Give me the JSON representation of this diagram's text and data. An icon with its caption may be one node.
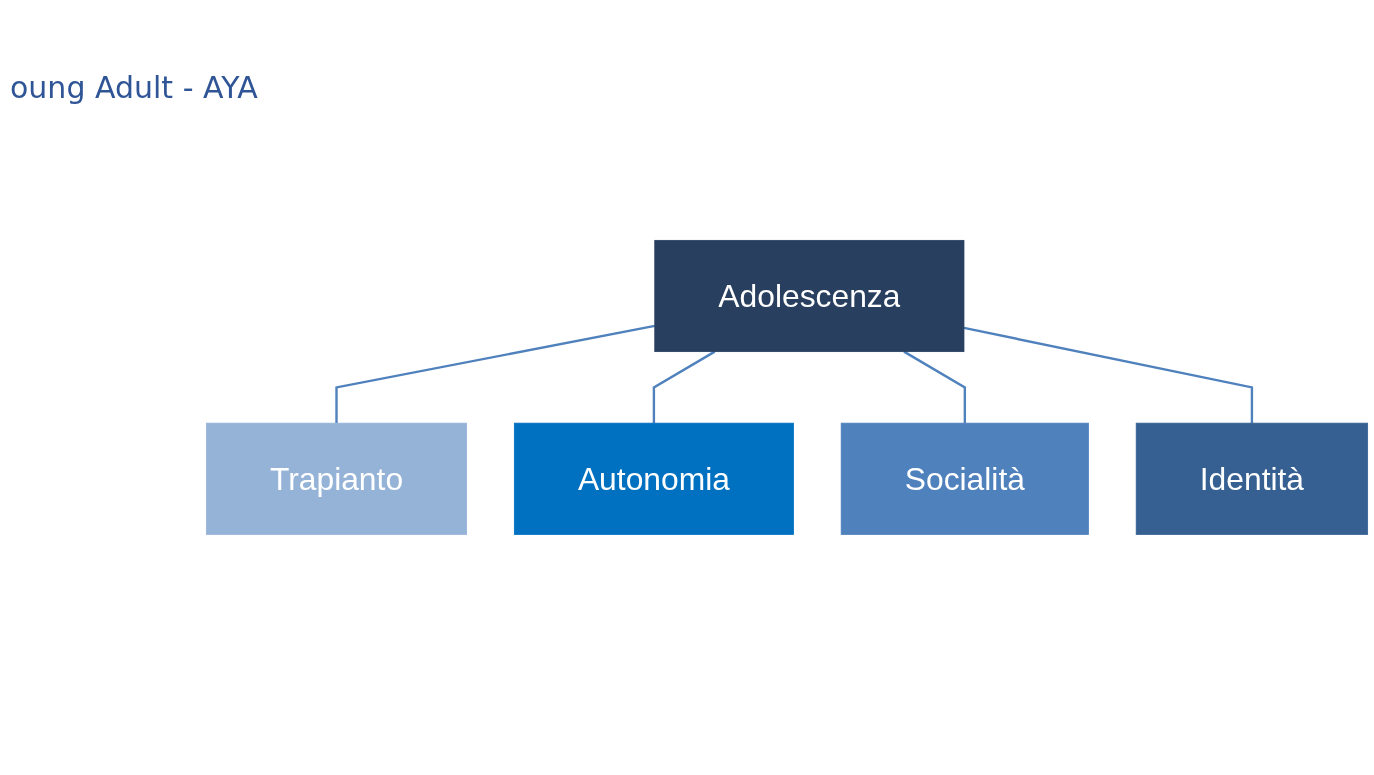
{
  "diagram": {
    "nodes": [
      {
        "text": [
          "Adolescenza"
        ]
      },
      {
        "text": [
          "Trapianto"
        ]
      },
      {
        "text": [
          "Autonomia"
        ]
      },
      {
        "text": [
          "Socialità"
        ]
      },
      {
        "text": [
          "Identità"
        ]
      }
    ],
    "edges": [
      {
        "from": 0,
        "to": 1,
        "arrow": "none"
      },
      {
        "from": 0,
        "to": 2,
        "arrow": "none"
      },
      {
        "from": 0,
        "to": 3,
        "arrow": "none"
      },
      {
        "from": 0,
        "to": 4,
        "arrow": "none"
      }
    ],
    "labels": [
      "oung Adult - AYA"
    ]
  }
}
